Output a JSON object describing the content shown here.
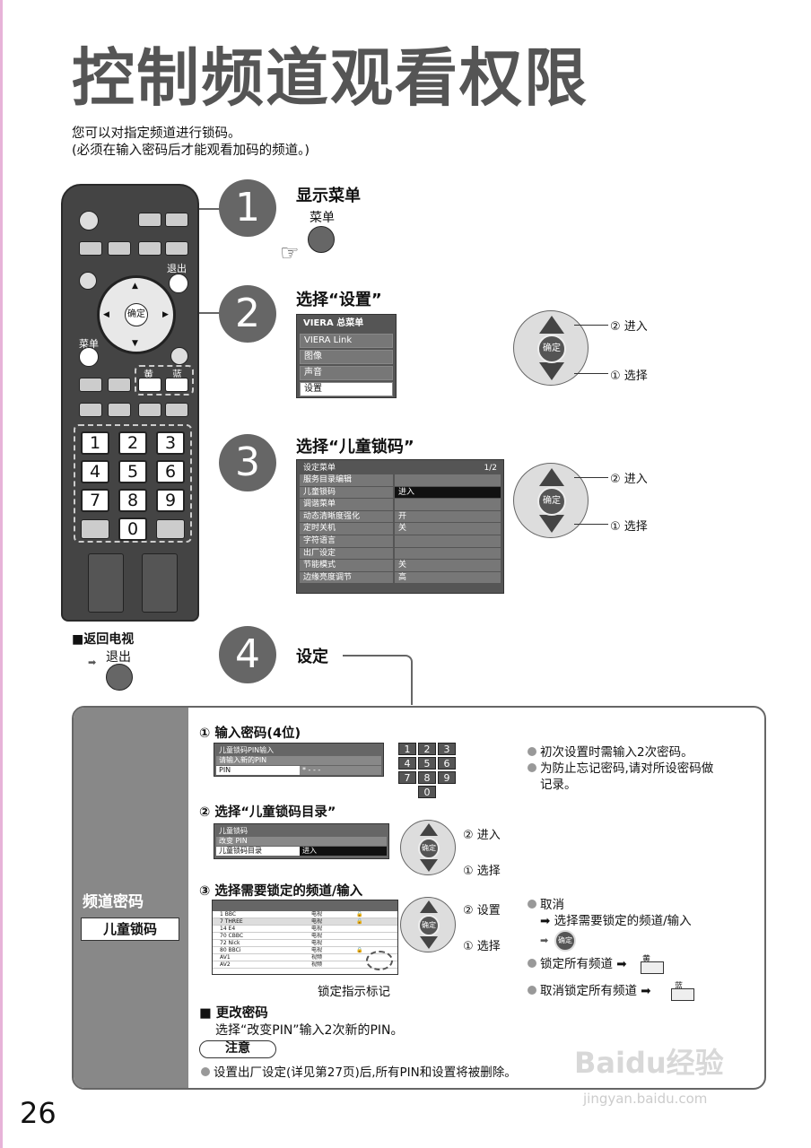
{
  "title": "控制频道观看权限",
  "intro": [
    "您可以对指定频道进行锁码。",
    "(必须在输入密码后才能观看加码的频道。)"
  ],
  "remote": {
    "exit_label": "退出",
    "menu_label": "菜单",
    "ok_label": "确定",
    "yellow_label": "黄",
    "blue_label": "蓝",
    "numbers": [
      "1",
      "2",
      "3",
      "4",
      "5",
      "6",
      "7",
      "8",
      "9",
      "0"
    ]
  },
  "steps": [
    {
      "num": "1",
      "heading": "显示菜单",
      "button_label": "菜单"
    },
    {
      "num": "2",
      "heading": "选择“设置”",
      "menu_items": [
        "VIERA 总菜单",
        "VIERA Link",
        "图像",
        "声音",
        "设置"
      ]
    },
    {
      "num": "3",
      "heading": "选择“儿童锁码”"
    },
    {
      "num": "4",
      "heading": "设定"
    }
  ],
  "nav": {
    "ok": "确定",
    "enter": "② 进入",
    "select": "① 选择",
    "set": "② 设置"
  },
  "setup_menu": {
    "title": "设定菜单",
    "page": "1/2",
    "rows": [
      {
        "k": "服务目录编辑",
        "v": ""
      },
      {
        "k": "儿童锁码",
        "v": "进入"
      },
      {
        "k": "调谐菜单",
        "v": ""
      },
      {
        "k": "动态清晰度强化",
        "v": "开"
      },
      {
        "k": "定时关机",
        "v": "关"
      },
      {
        "k": "字符语言",
        "v": ""
      },
      {
        "k": "出厂设定",
        "v": ""
      },
      {
        "k": "节能模式",
        "v": "关"
      },
      {
        "k": "边缘亮度调节",
        "v": "高"
      }
    ]
  },
  "return_tv": {
    "label": "■返回电视",
    "button": "退出"
  },
  "panel": {
    "side_title": "频道密码",
    "side_box": "儿童锁码",
    "sub1": {
      "heading": "① 输入密码(4位)",
      "box_title": "儿童锁码PIN输入",
      "box_row1": "请输入新的PIN",
      "box_row2": "PIN",
      "pin_mask": "* - - -",
      "keys": [
        "1",
        "2",
        "3",
        "4",
        "5",
        "6",
        "7",
        "8",
        "9",
        "0"
      ],
      "notes": [
        "初次设置时需输入2次密码。",
        "为防止忘记密码,请对所设密码做",
        "记录。"
      ]
    },
    "sub2": {
      "heading": "② 选择“儿童锁码目录”",
      "box_title": "儿童锁码",
      "rows": [
        "改变 PIN",
        "儿童锁码目录"
      ],
      "enter": "进入"
    },
    "sub3": {
      "heading": "③ 选择需要锁定的频道/输入",
      "caption": "锁定指示标记",
      "table": [
        [
          "1 BBC",
          "电视"
        ],
        [
          "7 THREE",
          "电视"
        ],
        [
          "14 E4",
          "电视"
        ],
        [
          "70 CBBC",
          "电视"
        ],
        [
          "72 Nick",
          "电视"
        ],
        [
          "80 BBCi",
          "电视"
        ],
        [
          "AV1",
          "视频"
        ],
        [
          "AV2",
          "视频"
        ]
      ],
      "notes": {
        "cancel": "取消",
        "cancel_step": "➡ 选择需要锁定的频道/输入",
        "lock_all": "锁定所有频道 ➡",
        "unlock_all": "取消锁定所有频道 ➡",
        "yellow": "黄",
        "blue": "蓝"
      }
    },
    "change": {
      "heading": "■ 更改密码",
      "text": "选择“改变PIN”输入2次新的PIN。"
    },
    "note_label": "注意",
    "note_text": "设置出厂设定(详见第27页)后,所有PIN和设置将被删除。"
  },
  "page_number": "26",
  "watermark": {
    "brand": "Baidu经验",
    "url": "jingyan.baidu.com"
  }
}
